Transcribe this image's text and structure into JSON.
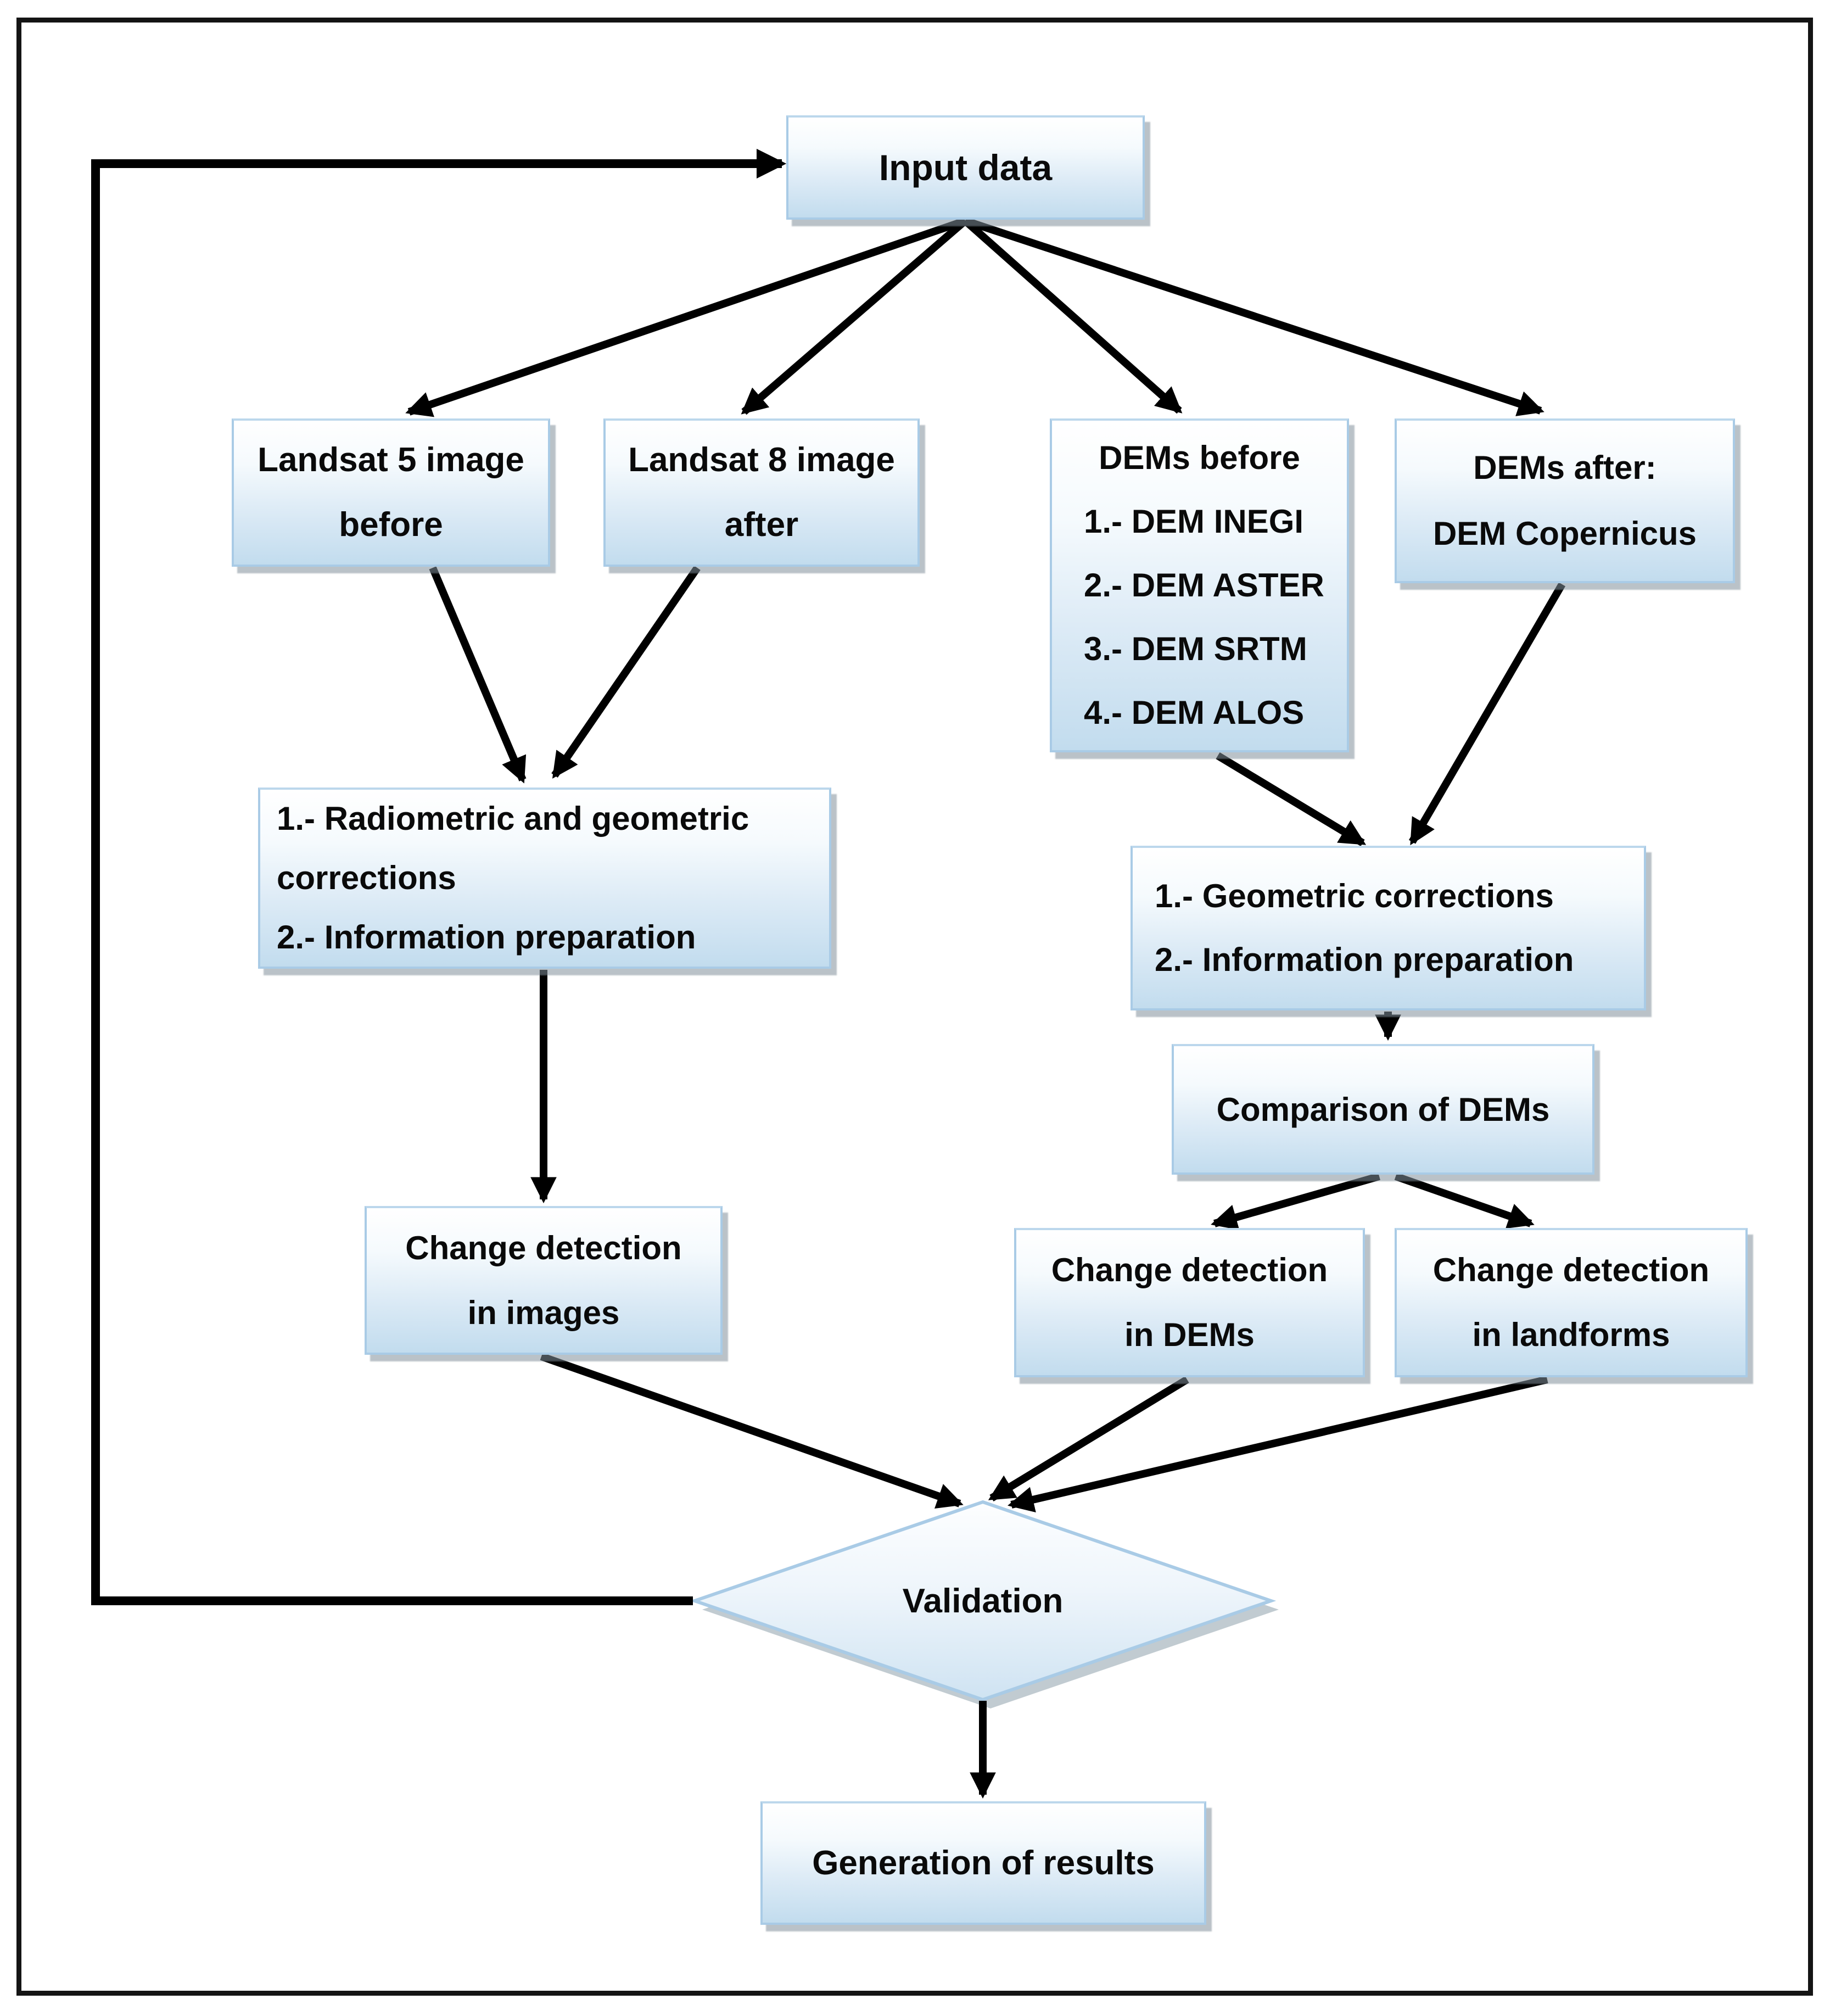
{
  "diagram": {
    "description": "Methodology flowchart for change detection using satellite images and DEMs",
    "colors": {
      "node_fill_top": "#ffffff",
      "node_fill_bottom": "#c2dcee",
      "node_border": "#a9cbe6",
      "node_shadow": "#8290a0",
      "arrow": "#000000",
      "frame": "#141414",
      "text": "#0a0a0a",
      "background": "#ffffff"
    },
    "nodes": {
      "input_data": {
        "label": "Input data"
      },
      "landsat5": {
        "label": "Landsat 5 image\nbefore"
      },
      "landsat8": {
        "label": "Landsat 8 image\nafter"
      },
      "dems_before": {
        "title": "DEMs before",
        "items": [
          "1.- DEM INEGI",
          "2.- DEM ASTER",
          "3.- DEM SRTM",
          "4.- DEM ALOS"
        ]
      },
      "dems_after": {
        "label": "DEMs after:\nDEM Copernicus"
      },
      "image_corrections": {
        "label": "1.- Radiometric and geometric\ncorrections\n2.- Information preparation"
      },
      "dem_corrections": {
        "label": "1.- Geometric corrections\n2.- Information preparation"
      },
      "comparison": {
        "label": "Comparison of DEMs"
      },
      "cd_images": {
        "label": "Change detection\nin images"
      },
      "cd_dems": {
        "label": "Change detection\nin DEMs"
      },
      "cd_landforms": {
        "label": "Change detection\nin landforms"
      },
      "validation": {
        "label": "Validation"
      },
      "results": {
        "label": "Generation of results"
      }
    },
    "edges": [
      {
        "from": "input_data",
        "to": "landsat5"
      },
      {
        "from": "input_data",
        "to": "landsat8"
      },
      {
        "from": "input_data",
        "to": "dems_before"
      },
      {
        "from": "input_data",
        "to": "dems_after"
      },
      {
        "from": "landsat5",
        "to": "image_corrections"
      },
      {
        "from": "landsat8",
        "to": "image_corrections"
      },
      {
        "from": "image_corrections",
        "to": "cd_images"
      },
      {
        "from": "dems_before",
        "to": "dem_corrections"
      },
      {
        "from": "dems_after",
        "to": "dem_corrections"
      },
      {
        "from": "dem_corrections",
        "to": "comparison"
      },
      {
        "from": "comparison",
        "to": "cd_dems"
      },
      {
        "from": "comparison",
        "to": "cd_landforms"
      },
      {
        "from": "cd_images",
        "to": "validation"
      },
      {
        "from": "cd_dems",
        "to": "validation"
      },
      {
        "from": "cd_landforms",
        "to": "validation"
      },
      {
        "from": "validation",
        "to": "results"
      },
      {
        "from": "validation",
        "to": "input_data",
        "type": "feedback-loop"
      }
    ]
  }
}
